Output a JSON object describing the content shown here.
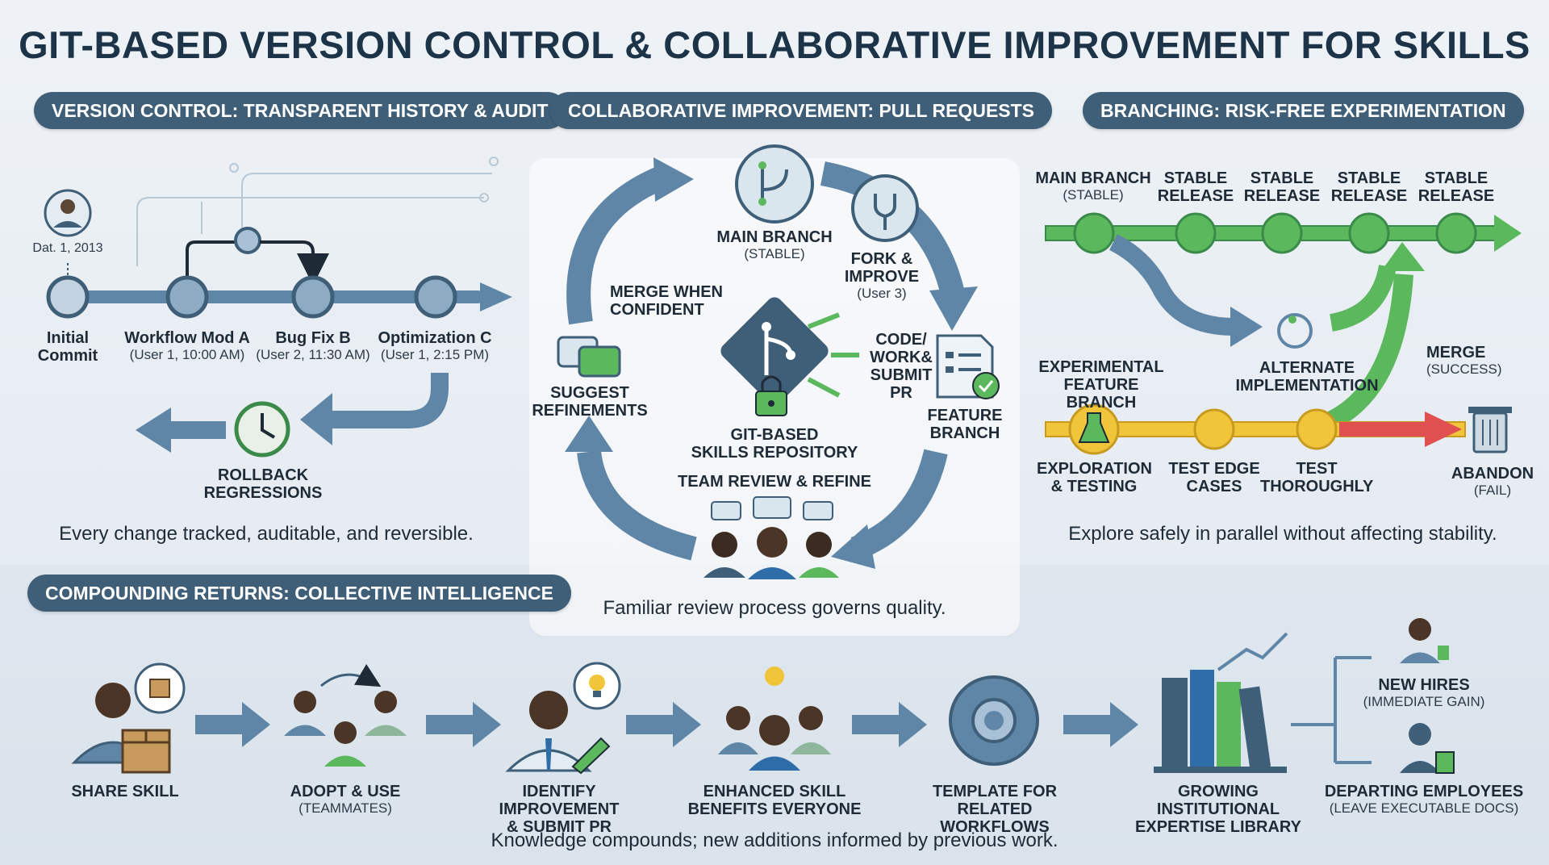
{
  "title": "GIT-BASED VERSION CONTROL & COLLABORATIVE IMPROVEMENT FOR SKILLS",
  "sections": {
    "version_control": {
      "heading": "VERSION CONTROL: TRANSPARENT HISTORY & AUDIT",
      "date": "Dat. 1, 2013",
      "commits": [
        {
          "name": "Initial",
          "name2": "Commit",
          "detail": ""
        },
        {
          "name": "Workflow Mod A",
          "name2": "",
          "detail": "(User 1, 10:00 AM)"
        },
        {
          "name": "Bug Fix B",
          "name2": "",
          "detail": "(User 2, 11:30 AM)"
        },
        {
          "name": "Optimization C",
          "name2": "",
          "detail": "(User 1, 2:15 PM)"
        }
      ],
      "rollback": [
        "ROLLBACK",
        "REGRESSIONS"
      ],
      "caption": "Every change tracked, auditable, and reversible."
    },
    "collaborative": {
      "heading": "COLLABORATIVE IMPROVEMENT: PULL REQUESTS",
      "main_branch": "MAIN BRANCH",
      "main_branch_sub": "(STABLE)",
      "fork": [
        "FORK &",
        "IMPROVE"
      ],
      "fork_sub": "(User 3)",
      "code_pr": [
        "CODE/",
        "WORK&",
        "SUBMIT",
        "PR"
      ],
      "feature_branch": [
        "FEATURE",
        "BRANCH"
      ],
      "merge": [
        "MERGE WHEN",
        "CONFIDENT"
      ],
      "suggest": [
        "SUGGEST",
        "REFINEMENTS"
      ],
      "repo": [
        "GIT-BASED",
        "SKILLS REPOSITORY"
      ],
      "team_review": "TEAM REVIEW & REFINE",
      "caption": "Familiar review process governs quality."
    },
    "branching": {
      "heading": "BRANCHING: RISK-FREE EXPERIMENTATION",
      "main_branch": "MAIN BRANCH",
      "main_branch_sub": "(STABLE)",
      "releases": [
        [
          "STABLE",
          "RELEASE"
        ],
        [
          "STABLE",
          "RELEASE"
        ],
        [
          "STABLE",
          "RELEASE"
        ],
        [
          "STABLE",
          "RELEASE"
        ]
      ],
      "experimental": [
        "EXPERIMENTAL",
        "FEATURE BRANCH"
      ],
      "alternate": [
        "ALTERNATE",
        "IMPLEMENTATION"
      ],
      "merge": "MERGE",
      "merge_sub": "(SUCCESS)",
      "exploration": [
        "EXPLORATION",
        "& TESTING"
      ],
      "test_edge": [
        "TEST EDGE",
        "CASES"
      ],
      "test_thoroughly": [
        "TEST",
        "THOROUGHLY"
      ],
      "abandon": "ABANDON",
      "abandon_sub": "(FAIL)",
      "caption": "Explore safely in parallel without affecting stability."
    },
    "compounding": {
      "heading": "COMPOUNDING RETURNS: COLLECTIVE INTELLIGENCE",
      "steps": [
        {
          "line1": "SHARE SKILL",
          "line2": "",
          "sub": ""
        },
        {
          "line1": "ADOPT & USE",
          "line2": "",
          "sub": "(TEAMMATES)"
        },
        {
          "line1": "IDENTIFY IMPROVEMENT",
          "line2": "& SUBMIT PR",
          "sub": ""
        },
        {
          "line1": "ENHANCED SKILL",
          "line2": "BENEFITS EVERYONE",
          "sub": ""
        },
        {
          "line1": "TEMPLATE FOR",
          "line2": "RELATED WORKFLOWS",
          "sub": ""
        },
        {
          "line1": "GROWING INSTITUTIONAL",
          "line2": "EXPERTISE LIBRARY",
          "sub": ""
        }
      ],
      "new_hires": "NEW HIRES",
      "new_hires_sub": "(IMMEDIATE GAIN)",
      "departing": "DEPARTING EMPLOYEES",
      "departing_sub": "(LEAVE EXECUTABLE DOCS)",
      "caption": "Knowledge compounds; new additions informed by previous work."
    }
  },
  "colors": {
    "dark_blue": "#3f5e78",
    "steel": "#5f86a6",
    "light_steel": "#a9c1d6",
    "green": "#5cb85c",
    "yellow": "#f0c53a",
    "red": "#e05050"
  },
  "icons": [
    "user-icon",
    "clock-rollback-icon",
    "git-branch-icon",
    "fork-icon",
    "git-logo-icon",
    "lock-icon",
    "checklist-icon",
    "chat-icon",
    "team-icon",
    "flask-icon",
    "cycle-icon",
    "trash-icon",
    "box-icon",
    "lightbulb-icon",
    "gear-icon",
    "books-icon"
  ]
}
